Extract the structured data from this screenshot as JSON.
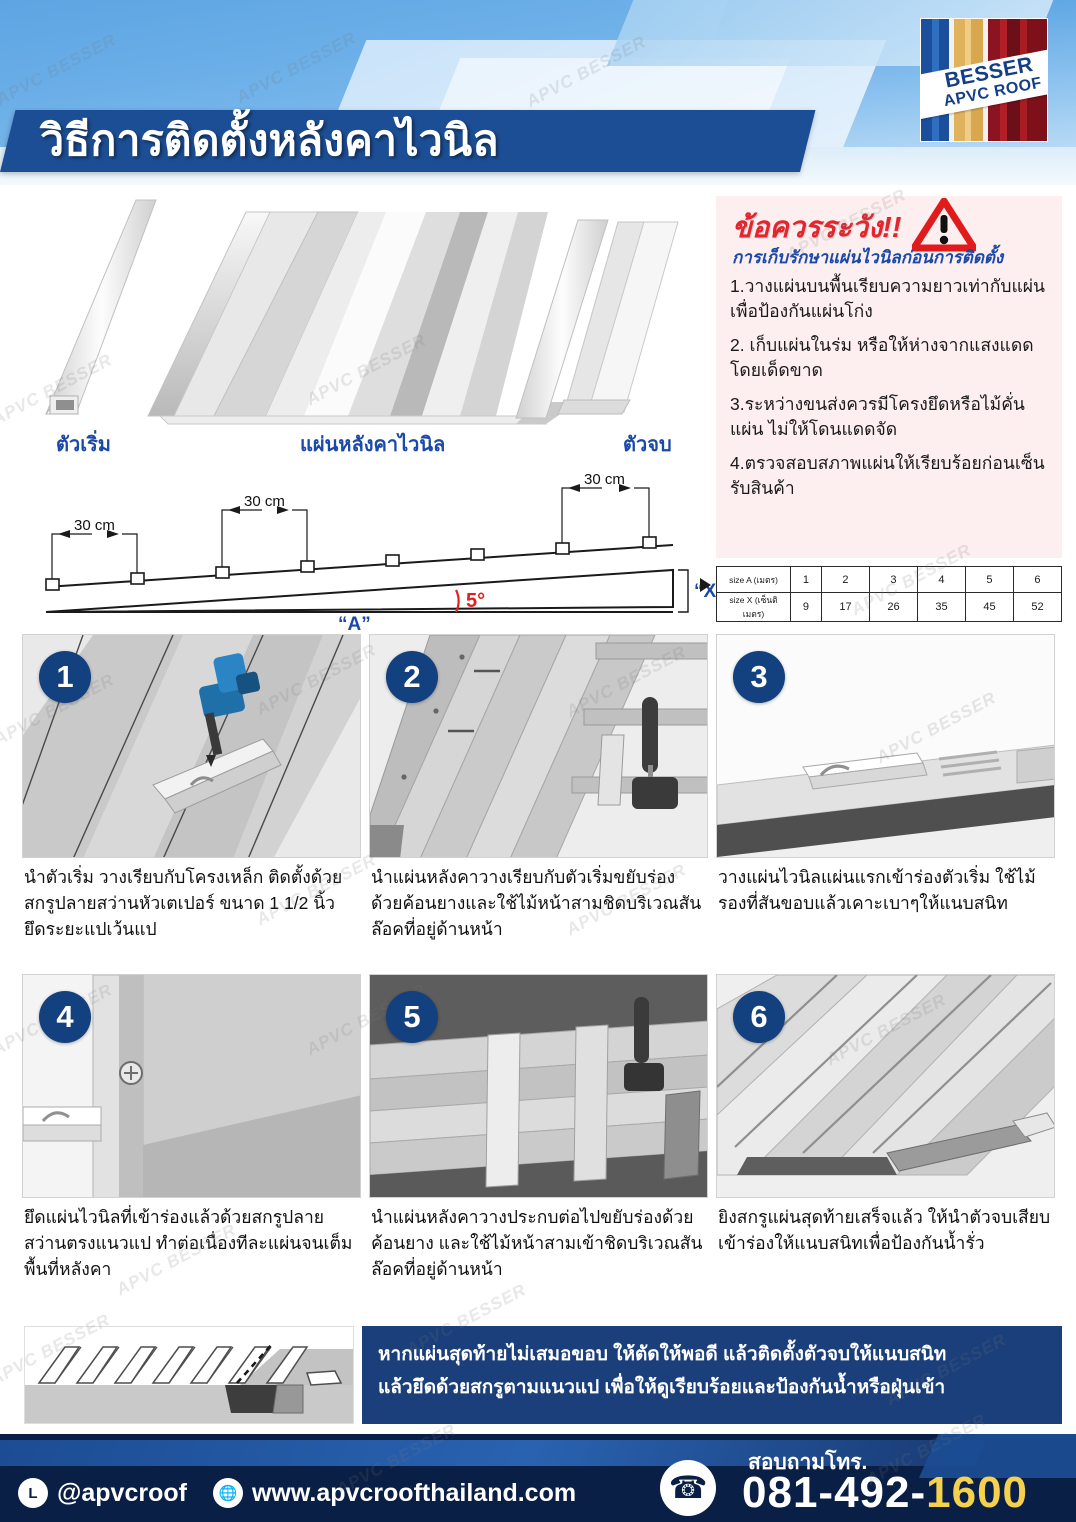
{
  "header": {
    "title": "วิธีการติดตั้งหลังคาไวนิล",
    "logo": {
      "line1": "BESSER",
      "line2": "APVC ROOF"
    },
    "logo_colors": [
      "#1b4f9c",
      "#2f6fc0",
      "#1b4f9c",
      "#e0b25c",
      "#f0cd86",
      "#d9a84e",
      "#8c1420",
      "#b02026",
      "#6d0f19"
    ]
  },
  "watermark": {
    "text": "APVC BESSER"
  },
  "hero": {
    "label_start": "ตัวเริ่ม",
    "label_middle": "แผ่นหลังคาไวนิล",
    "label_end": "ตัวจบ"
  },
  "slope_diagram": {
    "span_labels": [
      "30 cm",
      "30 cm",
      "30 cm"
    ],
    "angle": "5°",
    "dim_x": "“X”",
    "dim_a": "“A”"
  },
  "warning": {
    "title": "ข้อควรระวัง!!",
    "icon": "warning-triangle-icon",
    "subtitle": "การเก็บรักษาแผ่นไวนิลก่อนการติดตั้ง",
    "items": [
      "1.วางแผ่นบนพื้นเรียบความยาวเท่ากับแผ่น เพื่อป้องกันแผ่นโก่ง",
      "2. เก็บแผ่นในร่ม หรือให้ห่างจากแสงแดดโดยเด็ดขาด",
      "3.ระหว่างขนส่งควรมีโครงยึดหรือไม้คั่นแผ่น ไม่ให้โดนแดดจัด",
      "4.ตรวจสอบสภาพแผ่นให้เรียบร้อยก่อนเซ็นรับสินค้า"
    ],
    "accent_color": "#e3262d",
    "bg_color": "#fdeef0"
  },
  "size_table": {
    "rows": [
      {
        "label": "size A (เมตร)",
        "values": [
          "1",
          "2",
          "3",
          "4",
          "5",
          "6"
        ]
      },
      {
        "label": "size X (เซ็นติเมตร)",
        "values": [
          "9",
          "17",
          "26",
          "35",
          "45",
          "52"
        ]
      }
    ]
  },
  "steps": [
    {
      "number": "1",
      "caption": "นำตัวเริ่ม วางเรียบกับโครงเหล็ก ติดตั้งด้วยสกรูปลายสว่านหัวเตเปอร์ ขนาด 1 1/2 นิ้ว ยึดระยะแปเว้นแป"
    },
    {
      "number": "2",
      "caption": "นำแผ่นหลังคาวางเรียบกับตัวเริ่มขยับร่องด้วยค้อนยางและใช้ไม้หน้าสามชิดบริเวณสันล๊อคที่อยู่ด้านหน้า"
    },
    {
      "number": "3",
      "caption": "วางแผ่นไวนิลแผ่นแรกเข้าร่องตัวเริ่ม ใช้ไม้รองที่สันขอบแล้วเคาะเบาๆให้แนบสนิท"
    },
    {
      "number": "4",
      "caption": "ยึดแผ่นไวนิลที่เข้าร่องแล้วด้วยสกรูปลายสว่านตรงแนวแป ทำต่อเนื่องทีละแผ่นจนเต็มพื้นที่หลังคา"
    },
    {
      "number": "5",
      "caption": "นำแผ่นหลังคาวางประกบต่อไปขยับร่องด้วยค้อนยาง และใช้ไม้หน้าสามเข้าชิดบริเวณสันล๊อคที่อยู่ด้านหน้า"
    },
    {
      "number": "6",
      "caption": "ยิงสกรูแผ่นสุดท้ายเสร็จแล้ว ให้นำตัวจบเสียบเข้าร่องให้แนบสนิทเพื่อป้องกันน้ำรั่ว"
    }
  ],
  "note": {
    "line1": "หากแผ่นสุดท้ายไม่เสมอขอบ ให้ตัดให้พอดี แล้วติดตั้งตัวจบให้แนบสนิท",
    "line2": "แล้วยึดด้วยสกรูตามแนวแป เพื่อให้ดูเรียบร้อยและป้องกันน้ำหรือฝุ่นเข้า",
    "bg_color": "#1b3f7a"
  },
  "footer": {
    "line_id": "@apvcroof",
    "website": "www.apvcroofthailand.com",
    "ask_label": "สอบถามโทร.",
    "phone_main": "081-492-",
    "phone_highlight": "1600",
    "line_icon": "line-chat-icon",
    "globe_icon": "globe-icon",
    "phone_icon": "phone-icon",
    "bg_color": "#0a1f45",
    "highlight_color": "#f5d14e"
  }
}
